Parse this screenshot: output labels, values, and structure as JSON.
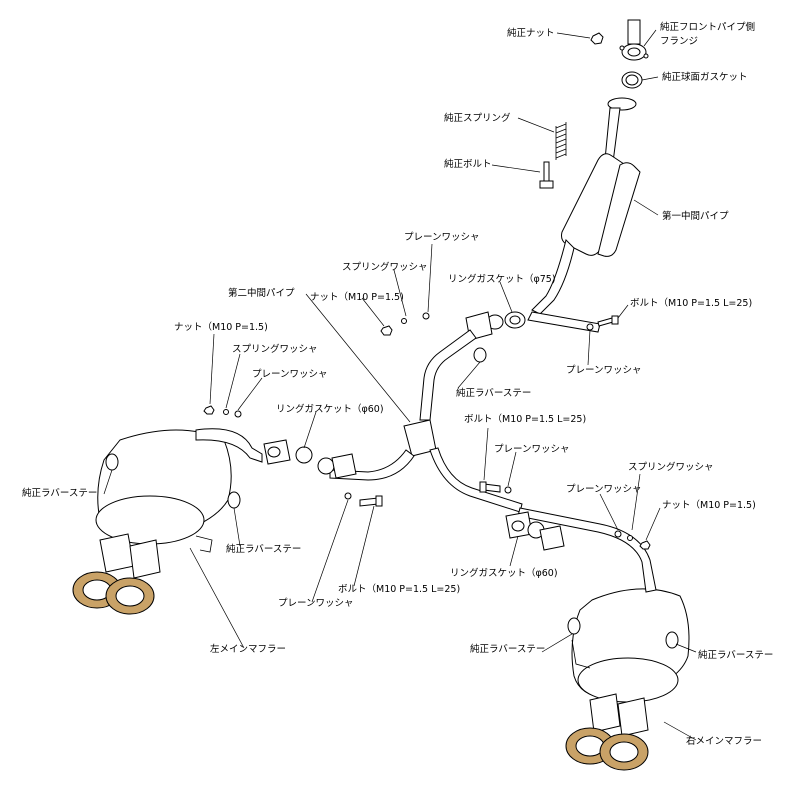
{
  "labels": {
    "genuine_nut": "純正ナット",
    "genuine_front_flange_1": "純正フロントパイプ側",
    "genuine_front_flange_2": "フランジ",
    "genuine_ball_gasket": "純正球面ガスケット",
    "genuine_spring": "純正スプリング",
    "genuine_bolt": "純正ボルト",
    "first_mid_pipe": "第一中間パイプ",
    "plain_washer_top": "プレーンワッシャ",
    "spring_washer_top": "スプリングワッシャ",
    "ring_gasket_75": "リングガスケット（φ75)",
    "second_mid_pipe": "第二中間パイプ",
    "nut_m10_top": "ナット（M10 P=1.5)",
    "bolt_m10_top": "ボルト（M10 P=1.5 L=25)",
    "plain_washer_right_top": "プレーンワッシャ",
    "nut_m10_left": "ナット（M10 P=1.5)",
    "spring_washer_left": "スプリングワッシャ",
    "plain_washer_left": "プレーンワッシャ",
    "ring_gasket_60_left": "リングガスケット（φ60)",
    "genuine_rubber_stay_center": "純正ラバーステー",
    "bolt_m10_mid": "ボルト（M10 P=1.5 L=25)",
    "plain_washer_mid": "プレーンワッシャ",
    "spring_washer_right": "スプリングワッシャ",
    "plain_washer_right": "プレーンワッシャ",
    "nut_m10_right": "ナット（M10 P=1.5)",
    "genuine_rubber_stay_left_top": "純正ラバーステー",
    "genuine_rubber_stay_left_bottom": "純正ラバーステー",
    "bolt_m10_bottom": "ボルト（M10 P=1.5 L=25)",
    "plain_washer_bottom": "プレーンワッシャ",
    "ring_gasket_60_right": "リングガスケット（φ60)",
    "left_main_muffler": "左メインマフラー",
    "genuine_rubber_stay_right_left": "純正ラバーステー",
    "genuine_rubber_stay_right_right": "純正ラバーステー",
    "right_main_muffler": "右メインマフラー"
  },
  "colors": {
    "tip_finish": "#c9a267",
    "line": "#000000",
    "background": "#ffffff"
  }
}
